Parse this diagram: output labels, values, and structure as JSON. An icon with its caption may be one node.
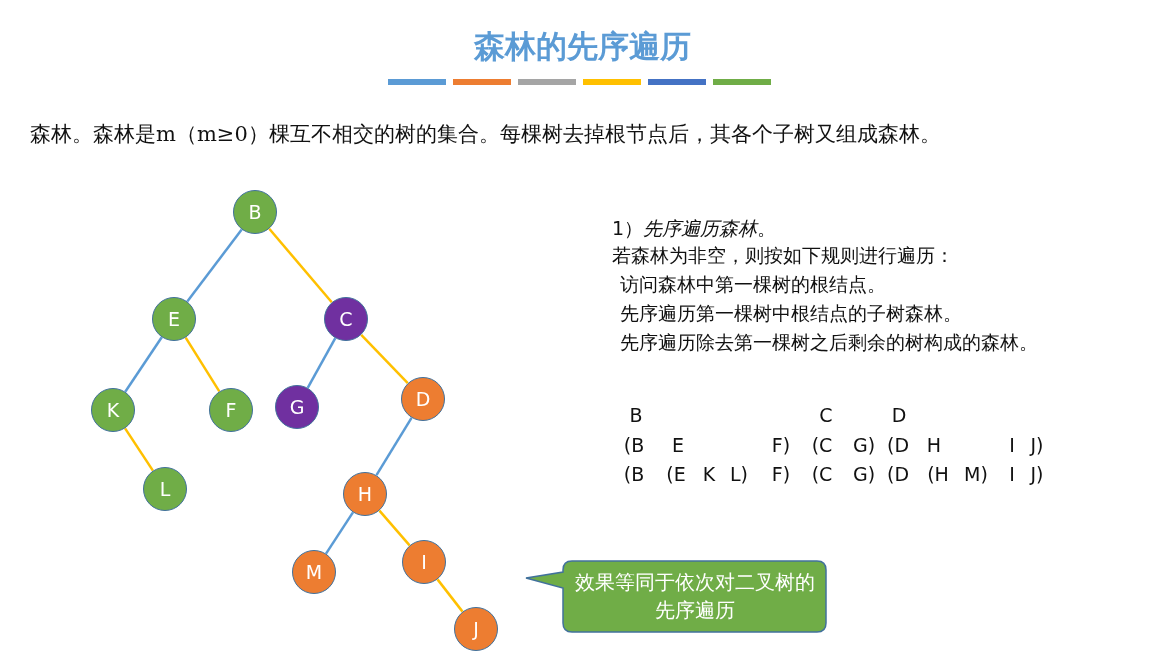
{
  "diagram": {
    "title": "森林的先序遍历",
    "nodes": [
      {
        "text": [
          "B"
        ]
      },
      {
        "text": [
          "E"
        ]
      },
      {
        "text": [
          "C"
        ]
      },
      {
        "text": [
          "K"
        ]
      },
      {
        "text": [
          "F"
        ]
      },
      {
        "text": [
          "G"
        ]
      },
      {
        "text": [
          "D"
        ]
      },
      {
        "text": [
          "L"
        ]
      },
      {
        "text": [
          "H"
        ]
      },
      {
        "text": [
          "M"
        ]
      },
      {
        "text": [
          "I"
        ]
      },
      {
        "text": [
          "J"
        ]
      },
      {
        "text": [
          "效果等同于依次对二叉树的先序遍历"
        ]
      }
    ],
    "edges": [
      {
        "from": 0,
        "to": 1,
        "arrow": "none",
        "color": "#5b9bd5"
      },
      {
        "from": 0,
        "to": 2,
        "arrow": "none"
      },
      {
        "from": 1,
        "to": 3,
        "arrow": "none",
        "color": "#5b9bd5"
      },
      {
        "from": 1,
        "to": 4,
        "arrow": "none"
      },
      {
        "from": 2,
        "to": 5,
        "arrow": "none",
        "color": "#5b9bd5"
      },
      {
        "from": 2,
        "to": 6,
        "arrow": "none"
      },
      {
        "from": 3,
        "to": 7,
        "arrow": "none"
      },
      {
        "from": 6,
        "to": 8,
        "arrow": "none",
        "color": "#5b9bd5"
      },
      {
        "from": 8,
        "to": 9,
        "arrow": "none",
        "color": "#5b9bd5"
      },
      {
        "from": 8,
        "to": 10,
        "arrow": "none"
      },
      {
        "from": 10,
        "to": 11,
        "arrow": "none"
      }
    ],
    "labels": [
      "森林。森林是m（m≥0）棵互不相交的树的集合。每棵树去掉根节点后，其各个子树又组成森林。",
      "1）*先序遍历森林*。",
      "若森林为非空，则按如下规则进行遍历：",
      "访问森林中第一棵树的根结点。",
      "先序遍历第一棵树中根结点的子树森林。",
      "先序遍历除去第一棵树之后剩余的树构成的森林。",
      "B",
      "C",
      "D",
      "(B",
      "E",
      "F)",
      "(C",
      "G)",
      "(D",
      "H",
      "I",
      "J)",
      "(B",
      "(E",
      "K",
      "L)",
      "F)",
      "(C",
      "G)",
      "(D",
      "(H",
      "M)",
      "I",
      "J)"
    ]
  }
}
